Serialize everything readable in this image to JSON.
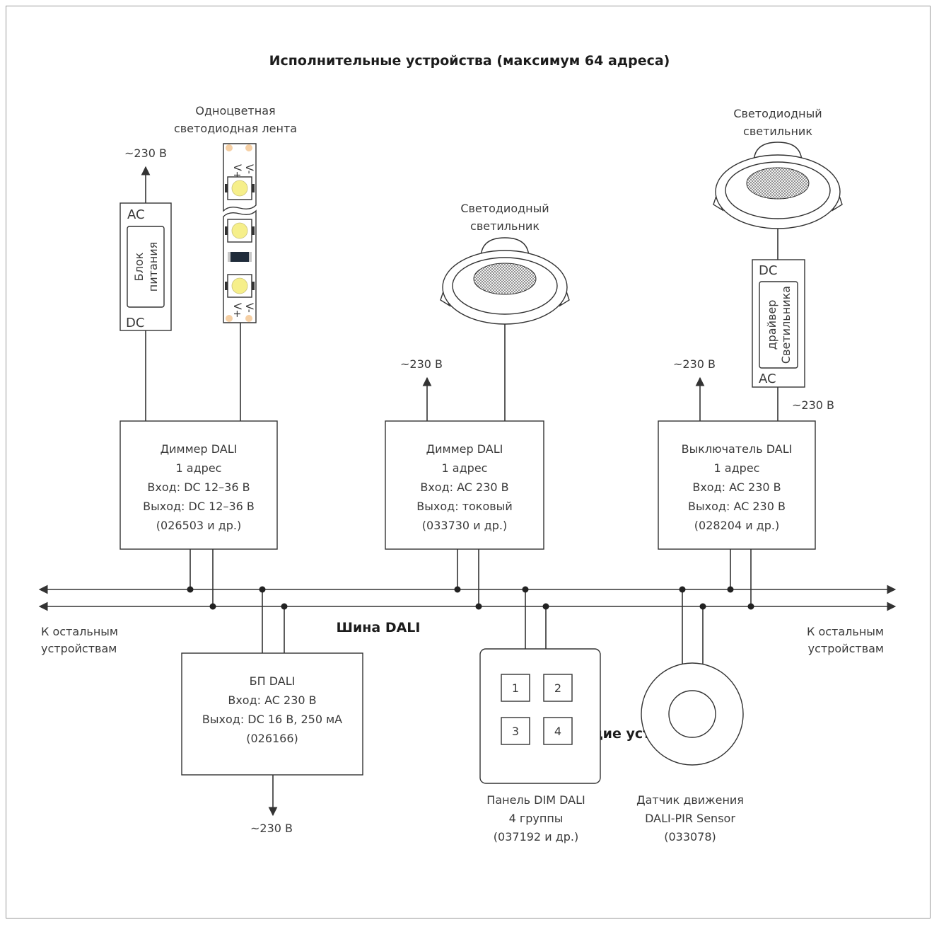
{
  "headers": {
    "top": "Исполнительные устройства (максимум 64 адреса)",
    "bottom": "Управляющие устройства",
    "bus": "Шина DALI"
  },
  "side_labels": {
    "left": [
      "К остальным",
      "устройствам"
    ],
    "right": [
      "К остальным",
      "устройствам"
    ]
  },
  "power": {
    "ps_top": "~230 В",
    "dimmer2": "~230 В",
    "switch": "~230 В",
    "driver": "~230 В",
    "dali_ps": "~230 В"
  },
  "psu": {
    "ac": "AC",
    "dc": "DC",
    "name": [
      "Блок",
      "питания"
    ]
  },
  "strip": {
    "title": [
      "Одноцветная",
      "светодиодная лента"
    ],
    "plus": "V+",
    "minus": "V-"
  },
  "luminaire_mid": {
    "title": [
      "Светодиодный",
      "светильник"
    ]
  },
  "luminaire_right": {
    "title": [
      "Светодиодный",
      "светильник"
    ]
  },
  "driver": {
    "dc": "DC",
    "ac": "AC",
    "name": [
      "драйвер",
      "Светильника"
    ]
  },
  "dimmer1": {
    "lines": [
      "Диммер DALI",
      "1 адрес",
      "Вход: DC 12–36 В",
      "Выход: DC 12–36 В",
      "(026503 и др.)"
    ]
  },
  "dimmer2": {
    "lines": [
      "Диммер DALI",
      "1 адрес",
      "Вход: AC 230 В",
      "Выход: токовый",
      "(033730 и др.)"
    ]
  },
  "switch_dali": {
    "lines": [
      "Выключатель DALI",
      "1 адрес",
      "Вход: AC 230 В",
      "Выход: AC 230 В",
      "(028204 и др.)"
    ]
  },
  "dali_ps": {
    "lines": [
      "БП DALI",
      "Вход: AC 230 В",
      "Выход: DC 16 В, 250 мА",
      "(026166)"
    ]
  },
  "panel": {
    "buttons": [
      "1",
      "2",
      "3",
      "4"
    ],
    "caption": [
      "Панель DIM DALI",
      "4 группы",
      "(037192 и др.)"
    ]
  },
  "sensor": {
    "caption": [
      "Датчик движения",
      "DALI-PIR Sensor",
      "(033078)"
    ]
  },
  "colors": {
    "line": "#333333",
    "led": "#f6ef8a",
    "pad": "#f5cfa4",
    "text": "#3a3a3a"
  }
}
